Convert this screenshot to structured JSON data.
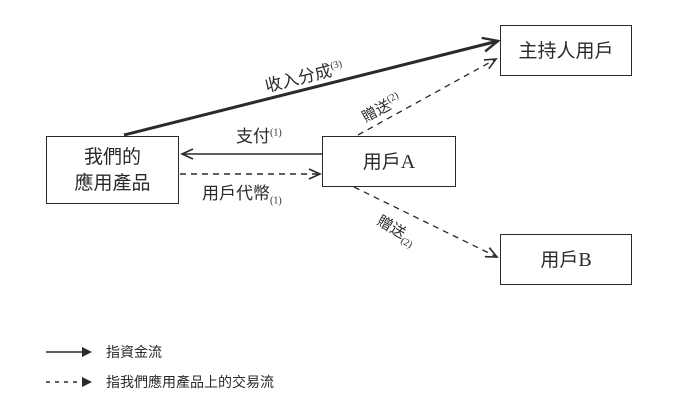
{
  "nodes": {
    "our_app": {
      "line1": "我們的",
      "line2": "應用產品"
    },
    "user_a": {
      "cjk": "用戶",
      "latin": "A"
    },
    "host_user": {
      "label": "主持人用戶"
    },
    "user_b": {
      "cjk": "用戶",
      "latin": "B"
    }
  },
  "edges": {
    "revenue_share": {
      "label": "收入分成",
      "note": "(3)",
      "style": "solid"
    },
    "gift_to_host": {
      "label": "贈送",
      "note": "(2)",
      "style": "dashed"
    },
    "payment": {
      "label": "支付",
      "note": "(1)",
      "style": "solid"
    },
    "user_coins": {
      "label": "用戶代幣",
      "note": "(1)",
      "style": "dashed"
    },
    "gift_to_user_b": {
      "label": "贈送",
      "note": "(2)",
      "style": "dashed"
    }
  },
  "legend": {
    "items": [
      {
        "style": "solid",
        "label": "指資金流"
      },
      {
        "style": "dashed",
        "label": "指我們應用產品上的交易流"
      }
    ]
  },
  "colors": {
    "ink": "#2a2a2a",
    "background": "#ffffff"
  }
}
